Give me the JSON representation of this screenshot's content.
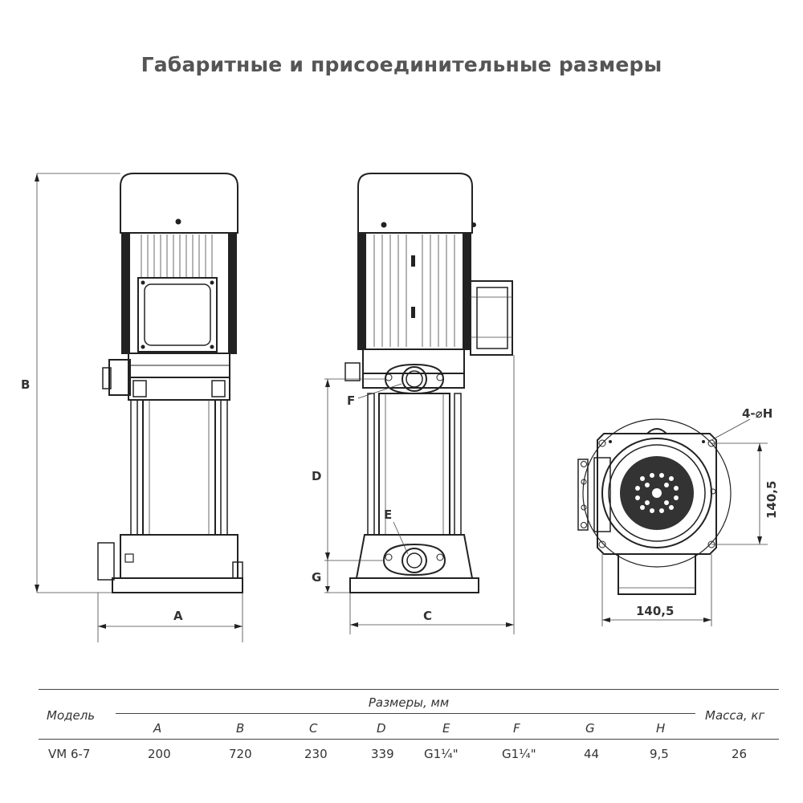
{
  "title": "Габаритные и присоединительные размеры",
  "dimensions_labels": {
    "A": "A",
    "B": "B",
    "C": "C",
    "D": "D",
    "E": "E",
    "F": "F",
    "G": "G",
    "hole": "4-⌀H",
    "base_w": "140,5",
    "base_h": "140,5"
  },
  "table": {
    "model_header": "Модель",
    "dims_header": "Размеры, мм",
    "mass_header": "Масса, кг",
    "columns": [
      "A",
      "B",
      "C",
      "D",
      "E",
      "F",
      "G",
      "H"
    ],
    "rows": [
      {
        "model": "VM 6-7",
        "values": [
          "200",
          "720",
          "230",
          "339",
          "G1¼\"",
          "G1¼\"",
          "44",
          "9,5"
        ],
        "mass": "26"
      }
    ]
  }
}
